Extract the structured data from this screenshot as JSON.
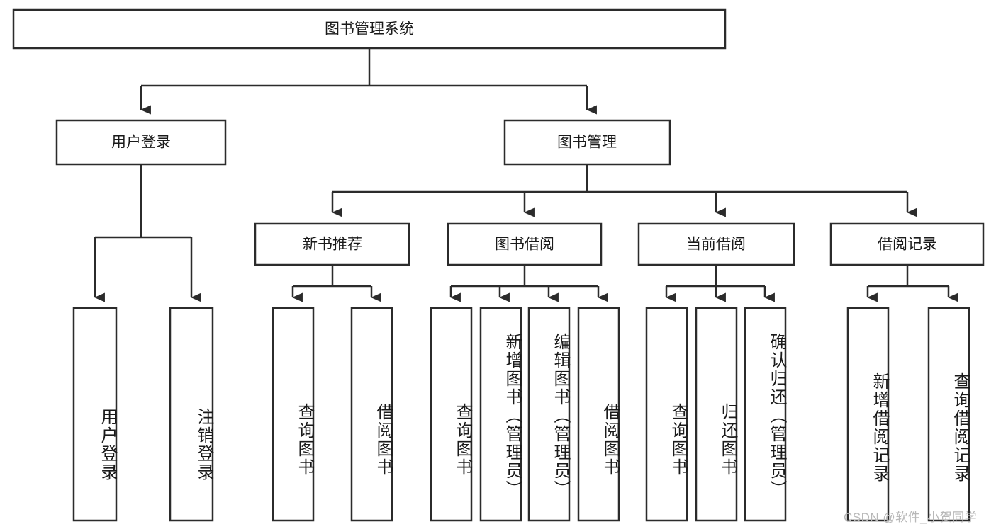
{
  "diagram": {
    "title_node": {
      "label": "图书管理系统"
    },
    "level2": [
      {
        "id": "user-login",
        "label": "用户登录"
      },
      {
        "id": "book-manage",
        "label": "图书管理"
      }
    ],
    "level3": [
      {
        "id": "new-book-recommend",
        "label": "新书推荐"
      },
      {
        "id": "book-borrow",
        "label": "图书借阅"
      },
      {
        "id": "current-borrow",
        "label": "当前借阅"
      },
      {
        "id": "borrow-record",
        "label": "借阅记录"
      }
    ],
    "leaves": [
      {
        "id": "leaf-user-login",
        "label": "用户登录",
        "parent": "user-login"
      },
      {
        "id": "leaf-logout-login",
        "label": "注销登录",
        "parent": "user-login"
      },
      {
        "id": "leaf-query-book-1",
        "label": "查询图书",
        "parent": "new-book-recommend"
      },
      {
        "id": "leaf-borrow-book-1",
        "label": "借阅图书",
        "parent": "new-book-recommend"
      },
      {
        "id": "leaf-query-book-2",
        "label": "查询图书",
        "parent": "book-borrow"
      },
      {
        "id": "leaf-add-book",
        "label": "新增图书（管理员）",
        "parent": "book-borrow"
      },
      {
        "id": "leaf-edit-book",
        "label": "编辑图书（管理员）",
        "parent": "book-borrow"
      },
      {
        "id": "leaf-borrow-book-2",
        "label": "借阅图书",
        "parent": "book-borrow"
      },
      {
        "id": "leaf-query-book-3",
        "label": "查询图书",
        "parent": "current-borrow"
      },
      {
        "id": "leaf-return-book",
        "label": "归还图书",
        "parent": "current-borrow"
      },
      {
        "id": "leaf-confirm-return",
        "label": "确认归还（管理员）",
        "parent": "current-borrow"
      },
      {
        "id": "leaf-add-record",
        "label": "新增借阅记录",
        "parent": "borrow-record"
      },
      {
        "id": "leaf-query-record",
        "label": "查询借阅记录",
        "parent": "borrow-record"
      }
    ]
  },
  "watermark": {
    "text": "CSDN @软件_小贺同学"
  },
  "colors": {
    "stroke": "#2b2b2b",
    "fill": "#ffffff",
    "text": "#1a1a1a",
    "watermark": "#b8b8b8"
  }
}
